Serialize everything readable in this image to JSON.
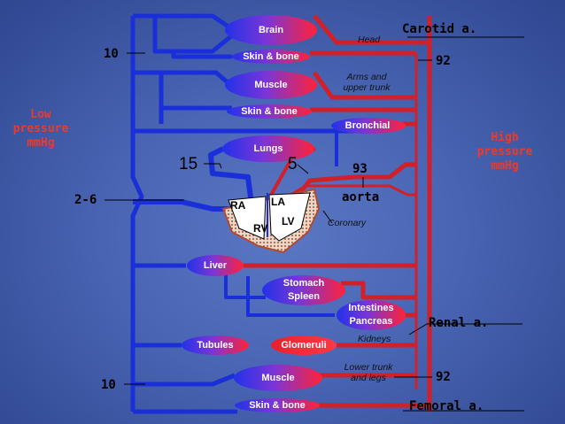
{
  "colors": {
    "venous": "#1a2fd8",
    "arterial": "#d0202a",
    "background": "#4864b2",
    "pressure_label": "#ee3a2a"
  },
  "organs": {
    "brain": "Brain",
    "skin_bone_head": "Skin & bone",
    "muscle_arms": "Muscle",
    "skin_bone_arms": "Skin & bone",
    "bronchial": "Bronchial",
    "lungs": "Lungs",
    "liver": "Liver",
    "stomach": "Stomach",
    "spleen": "Spleen",
    "intestines": "Intestines",
    "pancreas": "Pancreas",
    "tubules": "Tubules",
    "glomeruli": "Glomeruli",
    "muscle_legs": "Muscle",
    "skin_bone_legs": "Skin & bone"
  },
  "regions": {
    "head": "Head",
    "arms_line1": "Arms and",
    "arms_line2": "upper trunk",
    "coronary": "Coronary",
    "kidneys": "Kidneys",
    "lower_line1": "Lower trunk",
    "lower_line2": "and legs"
  },
  "vessels": {
    "carotid": "Carotid a.",
    "aorta": "aorta",
    "renal": "Renal a.",
    "femoral": "Femoral a."
  },
  "pressures": {
    "top_left": "10",
    "top_right": "92",
    "lungs_left": "15",
    "lungs_right": "5",
    "aorta": "93",
    "venous_mid": "2-6",
    "bottom_right": "92",
    "bottom_left": "10"
  },
  "chambers": {
    "ra": "RA",
    "la": "LA",
    "rv": "RV",
    "lv": "LV"
  },
  "side_labels": {
    "low_line1": "Low",
    "low_line2": "pressure",
    "low_line3": "mmHg",
    "high_line1": "High",
    "high_line2": "pressure",
    "high_line3": "mmHg"
  }
}
